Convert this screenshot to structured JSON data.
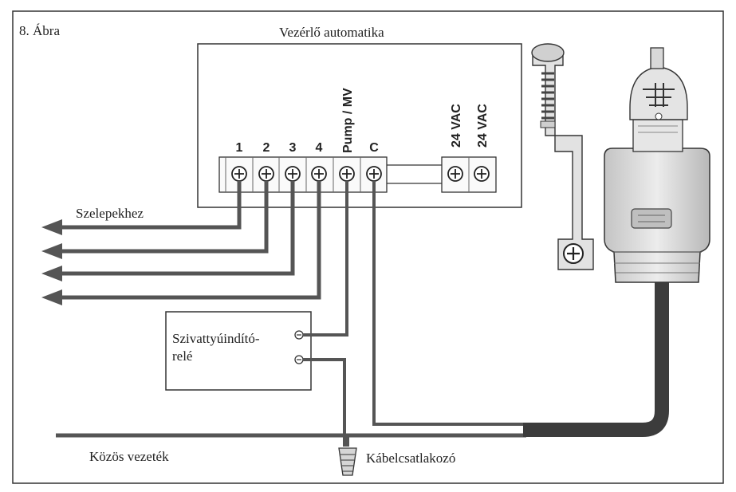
{
  "figure": {
    "number_label": "8. Ábra",
    "controller_title": "Vezérlő automatika",
    "valves_label": "Szelepekhez",
    "relay_label_line1": "Szivattyúindító-",
    "relay_label_line2": "relé",
    "common_wire_label": "Közös vezeték",
    "connector_label": "Kábelcsatlakozó",
    "terminals": [
      "1",
      "2",
      "3",
      "4",
      "Pump / MV",
      "C"
    ],
    "power_terminals": [
      "24 VAC",
      "24 VAC"
    ]
  },
  "colors": {
    "wire": "#555555",
    "outline": "#222222",
    "valve_body": "#d8d8d8",
    "background": "#ffffff"
  }
}
